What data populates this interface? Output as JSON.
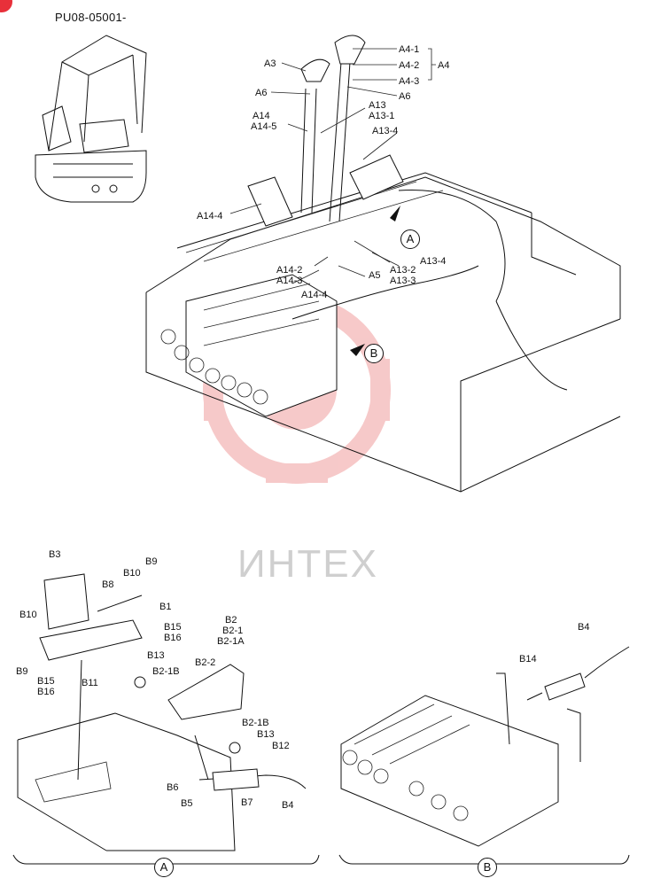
{
  "diagram": {
    "code": "PU08-05001-",
    "watermark_text": "ИНТЕХ",
    "marker_color": "#e8303a",
    "watermark_color": "#f4b7b7",
    "main_labels": [
      "A4-1",
      "A4-2",
      "A4",
      "A4-3",
      "A3",
      "A6",
      "A6",
      "A13",
      "A14",
      "A13-1",
      "A14-5",
      "A13-4",
      "A14-4",
      "A13-4",
      "A14-2",
      "A14-3",
      "A5",
      "A13-2",
      "A13-3",
      "A14-4"
    ],
    "callouts": [
      "A",
      "B"
    ],
    "detail_a_labels": [
      "B3",
      "B9",
      "B10",
      "B8",
      "B1",
      "B10",
      "B15",
      "B16",
      "B9",
      "B15",
      "B16",
      "B11",
      "B13",
      "B2",
      "B2-1",
      "B2-1A",
      "B2-2",
      "B2-1B",
      "B2-1B",
      "B13",
      "B12",
      "B6",
      "B5",
      "B7",
      "B4"
    ],
    "detail_b_labels": [
      "B4",
      "B14"
    ],
    "section_labels": [
      "A",
      "B"
    ]
  }
}
